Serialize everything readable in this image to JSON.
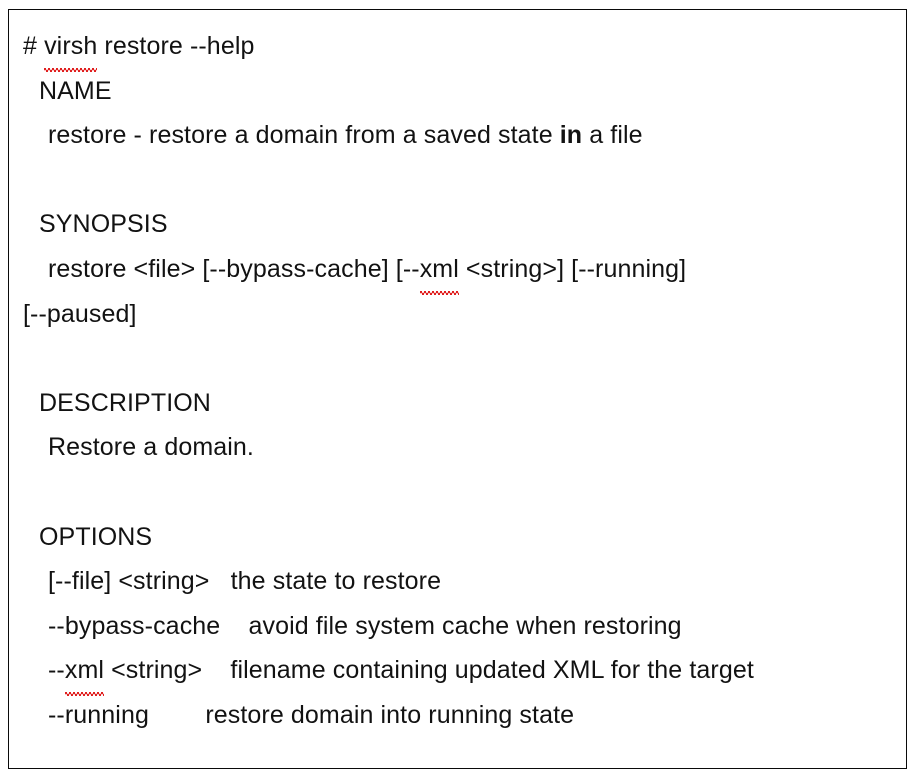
{
  "document": {
    "kind": "terminal-help-output",
    "border_color": "#0a0a0a",
    "background_color": "#ffffff",
    "text_color": "#121212",
    "spellcheck_underline_color": "#e02020",
    "prompt": {
      "symbol": "#",
      "command_misspelled": "virsh",
      "command_rest": " restore --help"
    },
    "sections": [
      {
        "heading": "NAME",
        "lines": [
          {
            "pre": "restore - restore a domain from a saved state ",
            "bold": "in",
            "post": " a file"
          }
        ]
      },
      {
        "heading": "SYNOPSIS",
        "lines": [
          {
            "pre": "restore <file> [--bypass-cache] [--",
            "misspelled": "xml",
            "post": " <string>] [--running]"
          },
          {
            "pre": "[--paused]"
          }
        ]
      },
      {
        "heading": "DESCRIPTION",
        "lines": [
          {
            "pre": "Restore a domain."
          }
        ]
      },
      {
        "heading": "OPTIONS",
        "options": [
          {
            "flag": "[--file] <string>",
            "gap": "   ",
            "description": "the state to restore"
          },
          {
            "flag": "--bypass-cache",
            "gap": "    ",
            "description": "avoid file system cache when restoring"
          },
          {
            "flag_pre": "--",
            "flag_misspelled": "xml",
            "flag_post": " <string>",
            "gap": "    ",
            "description": "filename containing updated XML for the target"
          },
          {
            "flag": "--running",
            "gap": "        ",
            "description": "restore domain into running state"
          }
        ]
      }
    ]
  }
}
